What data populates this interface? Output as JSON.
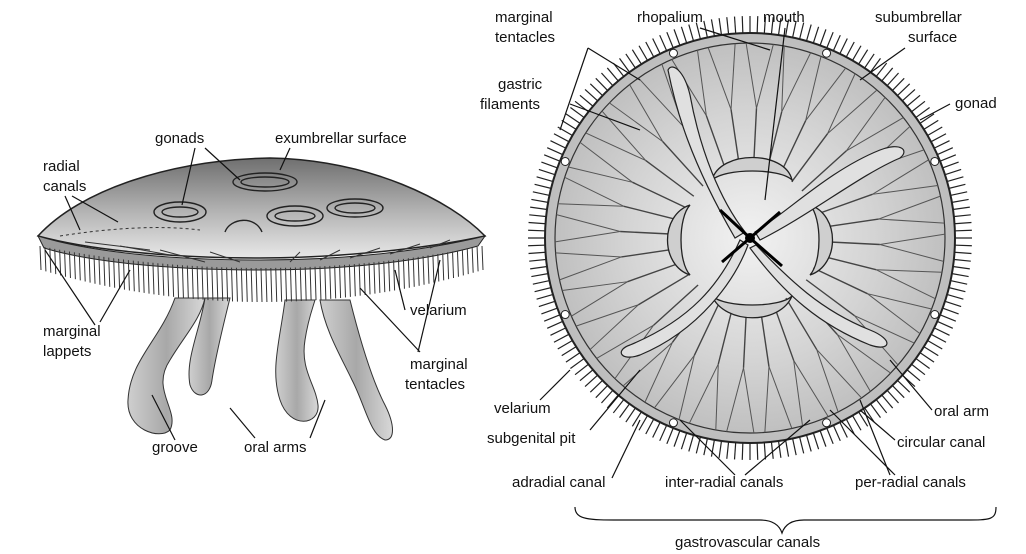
{
  "left_figure": {
    "labels": {
      "gonads": "gonads",
      "exumbrellar_surface": "exumbrellar surface",
      "radial_canals_1": "radial",
      "radial_canals_2": "canals",
      "marginal_lappets_1": "marginal",
      "marginal_lappets_2": "lappets",
      "velarium": "velarium",
      "marginal_tentacles_1": "marginal",
      "marginal_tentacles_2": "tentacles",
      "groove": "groove",
      "oral_arms": "oral arms"
    }
  },
  "right_figure": {
    "labels": {
      "marginal_tentacles_1": "marginal",
      "marginal_tentacles_2": "tentacles",
      "rhopalium": "rhopalium",
      "mouth": "mouth",
      "subumbrellar_surface_1": "subumbrellar",
      "subumbrellar_surface_2": "surface",
      "gastric_filaments_1": "gastric",
      "gastric_filaments_2": "filaments",
      "gonad": "gonad",
      "velarium": "velarium",
      "subgenital_pit": "subgenital pit",
      "oral_arm": "oral arm",
      "circular_canal": "circular canal",
      "adradial_canal": "adradial canal",
      "inter_radial_canals": "inter-radial canals",
      "per_radial_canals": "per-radial canals",
      "gastrovascular_canals": "gastrovascular canals"
    }
  },
  "colors": {
    "ink": "#111111",
    "bell_dark": "#7a7a7a",
    "bell_light": "#e4e4e4",
    "disc_fill": "#d9d9d9"
  }
}
